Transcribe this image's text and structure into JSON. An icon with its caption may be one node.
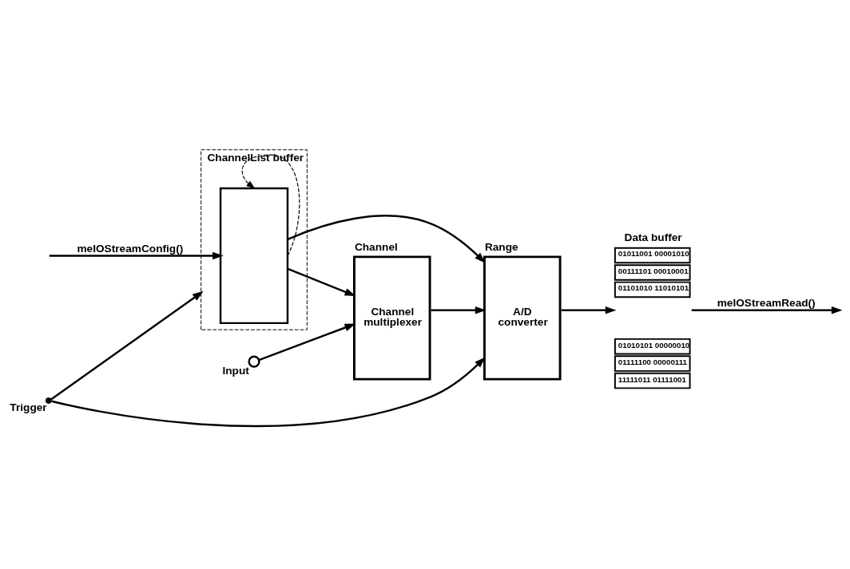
{
  "diagram": {
    "nodes": [
      {
        "text": [
          "ChannelList buffer"
        ]
      },
      {
        "text": [],
        "shape": "box",
        "in": 0
      },
      {
        "text": [
          "Channel multiplexer"
        ],
        "beside": [
          "Channel"
        ]
      },
      {
        "text": [
          "A/D converter"
        ],
        "beside": [
          "Range"
        ]
      },
      {
        "text": [],
        "shape": "circle",
        "beside": [
          "Input"
        ]
      },
      {
        "text": [],
        "shape": "dot",
        "beside": [
          "Trigger"
        ]
      },
      {
        "text": [
          "Data buffer",
          "01011001 00001010",
          "00111101 00010001",
          "01101010 11010101",
          "01010101 00000010",
          "01111100 00000111",
          "11111011 01111001"
        ]
      }
    ],
    "edges": [
      {
        "from": null,
        "to": 1,
        "arrow": "to",
        "label": "meIOStreamConfig()"
      },
      {
        "from": 1,
        "to": 1,
        "arrow": "to",
        "style": "dashed"
      },
      {
        "from": 1,
        "to": 2,
        "arrow": "to"
      },
      {
        "from": 1,
        "to": 3,
        "arrow": "to"
      },
      {
        "from": 4,
        "to": 2,
        "arrow": "to"
      },
      {
        "from": 2,
        "to": 3,
        "arrow": "to"
      },
      {
        "from": 3,
        "to": 6,
        "arrow": "to"
      },
      {
        "from": 5,
        "to": 3,
        "arrow": "to"
      },
      {
        "from": 5,
        "to": 0,
        "arrow": "to"
      },
      {
        "from": 6,
        "to": null,
        "arrow": "to",
        "label": "meIOStreamRead()"
      }
    ]
  }
}
